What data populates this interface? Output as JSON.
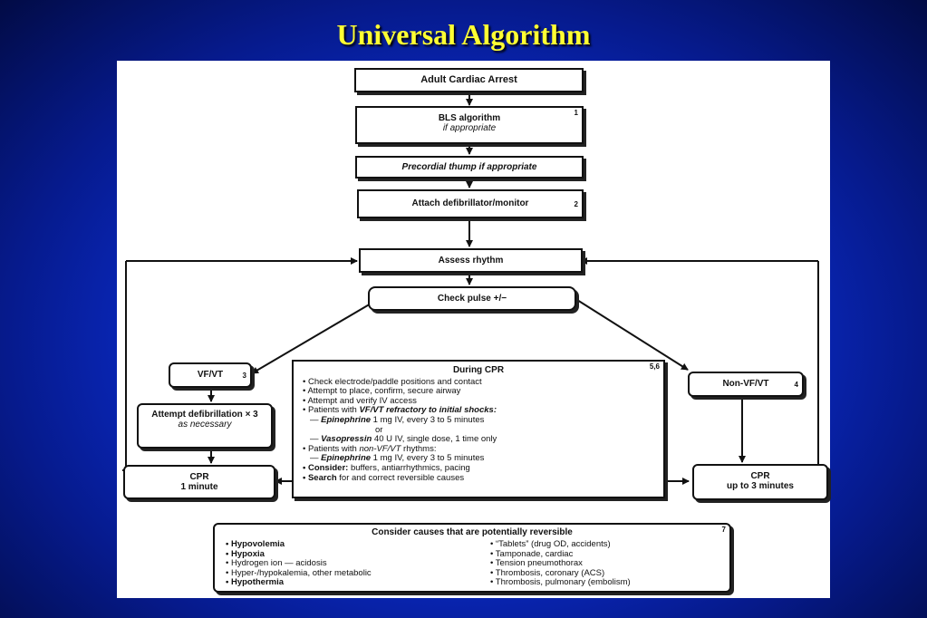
{
  "title": "Universal Algorithm",
  "boxes": {
    "arrest": "Adult Cardiac Arrest",
    "bls": "BLS algorithm",
    "bls_sub": "if appropriate",
    "bls_note": "1",
    "thump": "Precordial thump if appropriate",
    "defib": "Attach defibrillator/monitor",
    "defib_note": "2",
    "assess": "Assess rhythm",
    "pulse": "Check pulse +/−",
    "vfvt": "VF/VT",
    "vfvt_note": "3",
    "attempt": "Attempt defibrillation × 3",
    "attempt_sub": "as necessary",
    "cpr1": "CPR",
    "cpr1_sub": "1 minute",
    "nonvf": "Non-VF/VT",
    "nonvf_note": "4",
    "cpr3": "CPR",
    "cpr3_sub": "up to 3 minutes"
  },
  "during": {
    "title": "During CPR",
    "note": "5,6",
    "l1": "• Check electrode/paddle positions and contact",
    "l2": "• Attempt to place, confirm, secure airway",
    "l3": "• Attempt and verify IV access",
    "l4a": "• Patients with ",
    "l4b": "VF/VT refractory to initial shocks:",
    "l5a": "— ",
    "l5b": "Epinephrine",
    "l5c": " 1 mg IV, every 3 to 5 minutes",
    "l6": "or",
    "l7a": "— ",
    "l7b": "Vasopressin",
    "l7c": " 40 U IV, single dose, 1 time only",
    "l8a": "• Patients with ",
    "l8b": "non-VF/VT",
    "l8c": " rhythms:",
    "l9a": "— ",
    "l9b": "Epinephrine",
    "l9c": " 1 mg IV, every 3 to 5 minutes",
    "l10a": "• Consider:",
    "l10b": " buffers, antiarrhythmics, pacing",
    "l11a": "• Search",
    "l11b": " for and correct reversible causes"
  },
  "causes": {
    "title": "Consider causes that are potentially reversible",
    "note": "7",
    "left": [
      "• Hypovolemia",
      "• Hypoxia",
      "• Hydrogen ion — acidosis",
      "• Hyper-/hypokalemia, other metabolic",
      "• Hypothermia"
    ],
    "right": [
      "• “Tablets” (drug OD, accidents)",
      "• Tamponade, cardiac",
      "• Tension pneumothorax",
      "• Thrombosis, coronary (ACS)",
      "• Thrombosis, pulmonary (embolism)"
    ]
  }
}
